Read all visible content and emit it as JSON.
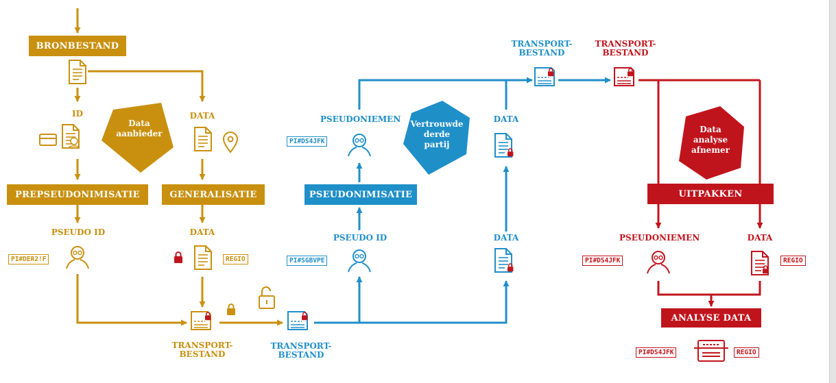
{
  "colors": {
    "gold": "#c9900f",
    "blue": "#1f8fc8",
    "red": "#c0141c"
  },
  "banners": {
    "bronbestand": "BRONBESTAND",
    "prepseudonimisatie": "PREPSEUDONIMISATIE",
    "generalisatie": "GENERALISATIE",
    "pseudonimisatie": "PSEUDONIMISATIE",
    "uitpakken": "UITPAKKEN",
    "analyse_data": "ANALYSE DATA"
  },
  "parties": {
    "aanbieder": "Data aanbieder",
    "vertrouwde": "Vertrouwde derde partij",
    "afnemer": "Data analyse afnemer"
  },
  "labels": {
    "id": "ID",
    "data_gold_1": "DATA",
    "pseudo_id_gold": "PSEUDO ID",
    "data_gold_2": "DATA",
    "transport_gold": "TRANSPORT-\nBESTAND",
    "transport_blue_bottom": "TRANSPORT-\nBESTAND",
    "pseudoniemen_blue": "PSEUDONIEMEN",
    "pseudo_id_blue": "PSEUDO ID",
    "data_blue_1": "DATA",
    "data_blue_2": "DATA",
    "transport_blue_top": "TRANSPORT-\nBESTAND",
    "transport_red_top": "TRANSPORT-\nBESTAND",
    "pseudoniemen_red": "PSEUDONIEMEN",
    "data_red": "DATA"
  },
  "tags": {
    "pi_gold": "PI#DER2!F",
    "regio_gold": "REGIO",
    "pi_blue_top": "PI#DS4JFK",
    "pi_blue_bottom": "PI#SGBVPE",
    "pi_red": "PI#DS4JFK",
    "regio_red": "REGIO",
    "pi_red_bottom": "PI#DS4JFK",
    "regio_red_bottom": "REGIO"
  }
}
